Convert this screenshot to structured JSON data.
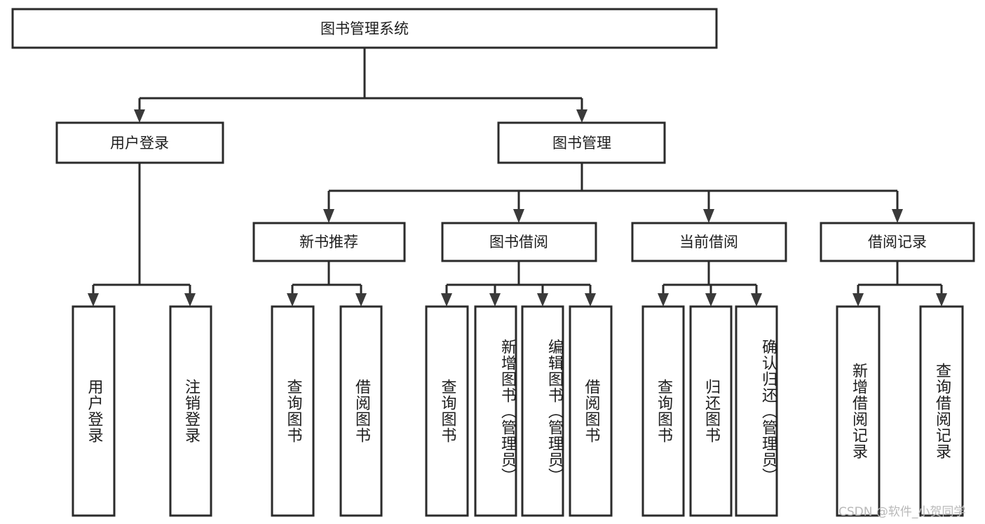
{
  "diagram": {
    "title": "图书管理系统",
    "type": "tree-hierarchy-chart",
    "root": {
      "label": "图书管理系统"
    },
    "level2": [
      {
        "label": "用户登录"
      },
      {
        "label": "图书管理"
      }
    ],
    "level3": [
      {
        "label": "新书推荐"
      },
      {
        "label": "图书借阅"
      },
      {
        "label": "当前借阅"
      },
      {
        "label": "借阅记录"
      }
    ],
    "leaves": [
      {
        "label": "用户登录"
      },
      {
        "label": "注销登录"
      },
      {
        "label": "查询图书"
      },
      {
        "label": "借阅图书"
      },
      {
        "label": "查询图书"
      },
      {
        "label": "新增图书（管理员）"
      },
      {
        "label": "编辑图书（管理员）"
      },
      {
        "label": "借阅图书"
      },
      {
        "label": "查询图书"
      },
      {
        "label": "归还图书"
      },
      {
        "label": "确认归还（管理员）"
      },
      {
        "label": "新增借阅记录"
      },
      {
        "label": "查询借阅记录"
      }
    ]
  },
  "watermark": {
    "text": "CSDN @软件_小贺同学"
  },
  "colors": {
    "box_stroke": "#2b2b2b",
    "connector": "#2b2b2b",
    "text": "#1d1d1d",
    "background": "#ffffff",
    "watermark": "#b9b9b9"
  }
}
